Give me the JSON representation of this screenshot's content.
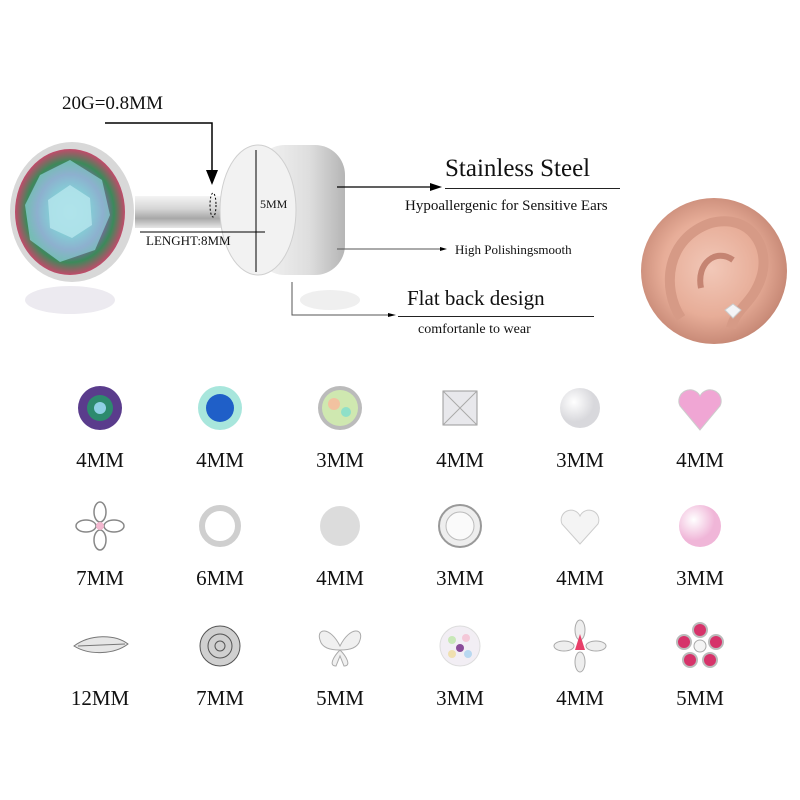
{
  "diagram": {
    "gauge_label": "20G=0.8MM",
    "length_label": "LENGHT:8MM",
    "back_diameter_label": "5MM",
    "features": [
      {
        "title": "Stainless Steel",
        "subtitle": "Hypoallergenic for Sensitive Ears"
      },
      {
        "title": "High Polishingsmooth"
      },
      {
        "title": "Flat back design",
        "subtitle": "comfortanle to wear"
      }
    ]
  },
  "grid": {
    "rows": [
      [
        {
          "shape": "round-mystic-topaz-gem",
          "size": "4MM"
        },
        {
          "shape": "round-blue-ab-gem",
          "size": "4MM"
        },
        {
          "shape": "opal-bezel",
          "size": "3MM"
        },
        {
          "shape": "square-clear-gem",
          "size": "4MM"
        },
        {
          "shape": "white-pearl",
          "size": "3MM"
        },
        {
          "shape": "pink-heart-gem",
          "size": "4MM"
        }
      ],
      [
        {
          "shape": "silver-flower-outline",
          "size": "7MM"
        },
        {
          "shape": "silver-ring",
          "size": "6MM"
        },
        {
          "shape": "frosted-disc",
          "size": "4MM"
        },
        {
          "shape": "clear-bezel-gem",
          "size": "3MM"
        },
        {
          "shape": "silver-heart",
          "size": "4MM"
        },
        {
          "shape": "pink-pearl",
          "size": "3MM"
        }
      ],
      [
        {
          "shape": "silver-leaf",
          "size": "12MM"
        },
        {
          "shape": "silver-rose",
          "size": "7MM"
        },
        {
          "shape": "silver-butterfly",
          "size": "5MM"
        },
        {
          "shape": "ab-crystal-ball",
          "size": "3MM"
        },
        {
          "shape": "pink-star-flower",
          "size": "4MM"
        },
        {
          "shape": "pink-gem-flower",
          "size": "5MM"
        }
      ]
    ]
  }
}
